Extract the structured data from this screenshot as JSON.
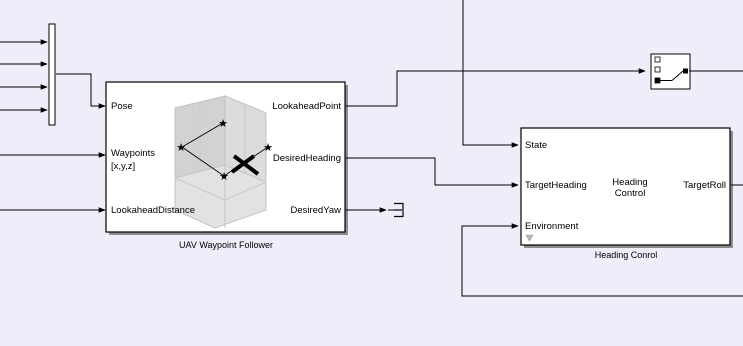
{
  "waypoint_follower": {
    "name": "UAV Waypoint Follower",
    "inputs": [
      "Pose",
      "Waypoints",
      "[x,y,z]",
      "LookaheadDistance"
    ],
    "outputs": [
      "LookaheadPoint",
      "DesiredHeading",
      "DesiredYaw"
    ]
  },
  "heading_control": {
    "name": "Heading Conrol",
    "center_label": [
      "Heading",
      "Control"
    ],
    "inputs": [
      "State",
      "TargetHeading",
      "Environment"
    ],
    "outputs": [
      "TargetRoll"
    ]
  },
  "colors": {
    "canvas": "#eeeefb",
    "block_fill": "#ffffff",
    "block_border": "#000000",
    "icon_cube": "#d9d9d9"
  },
  "icons": [
    "mux-block",
    "manual-switch-block",
    "terminator-block",
    "uav-waypoint-icon"
  ]
}
